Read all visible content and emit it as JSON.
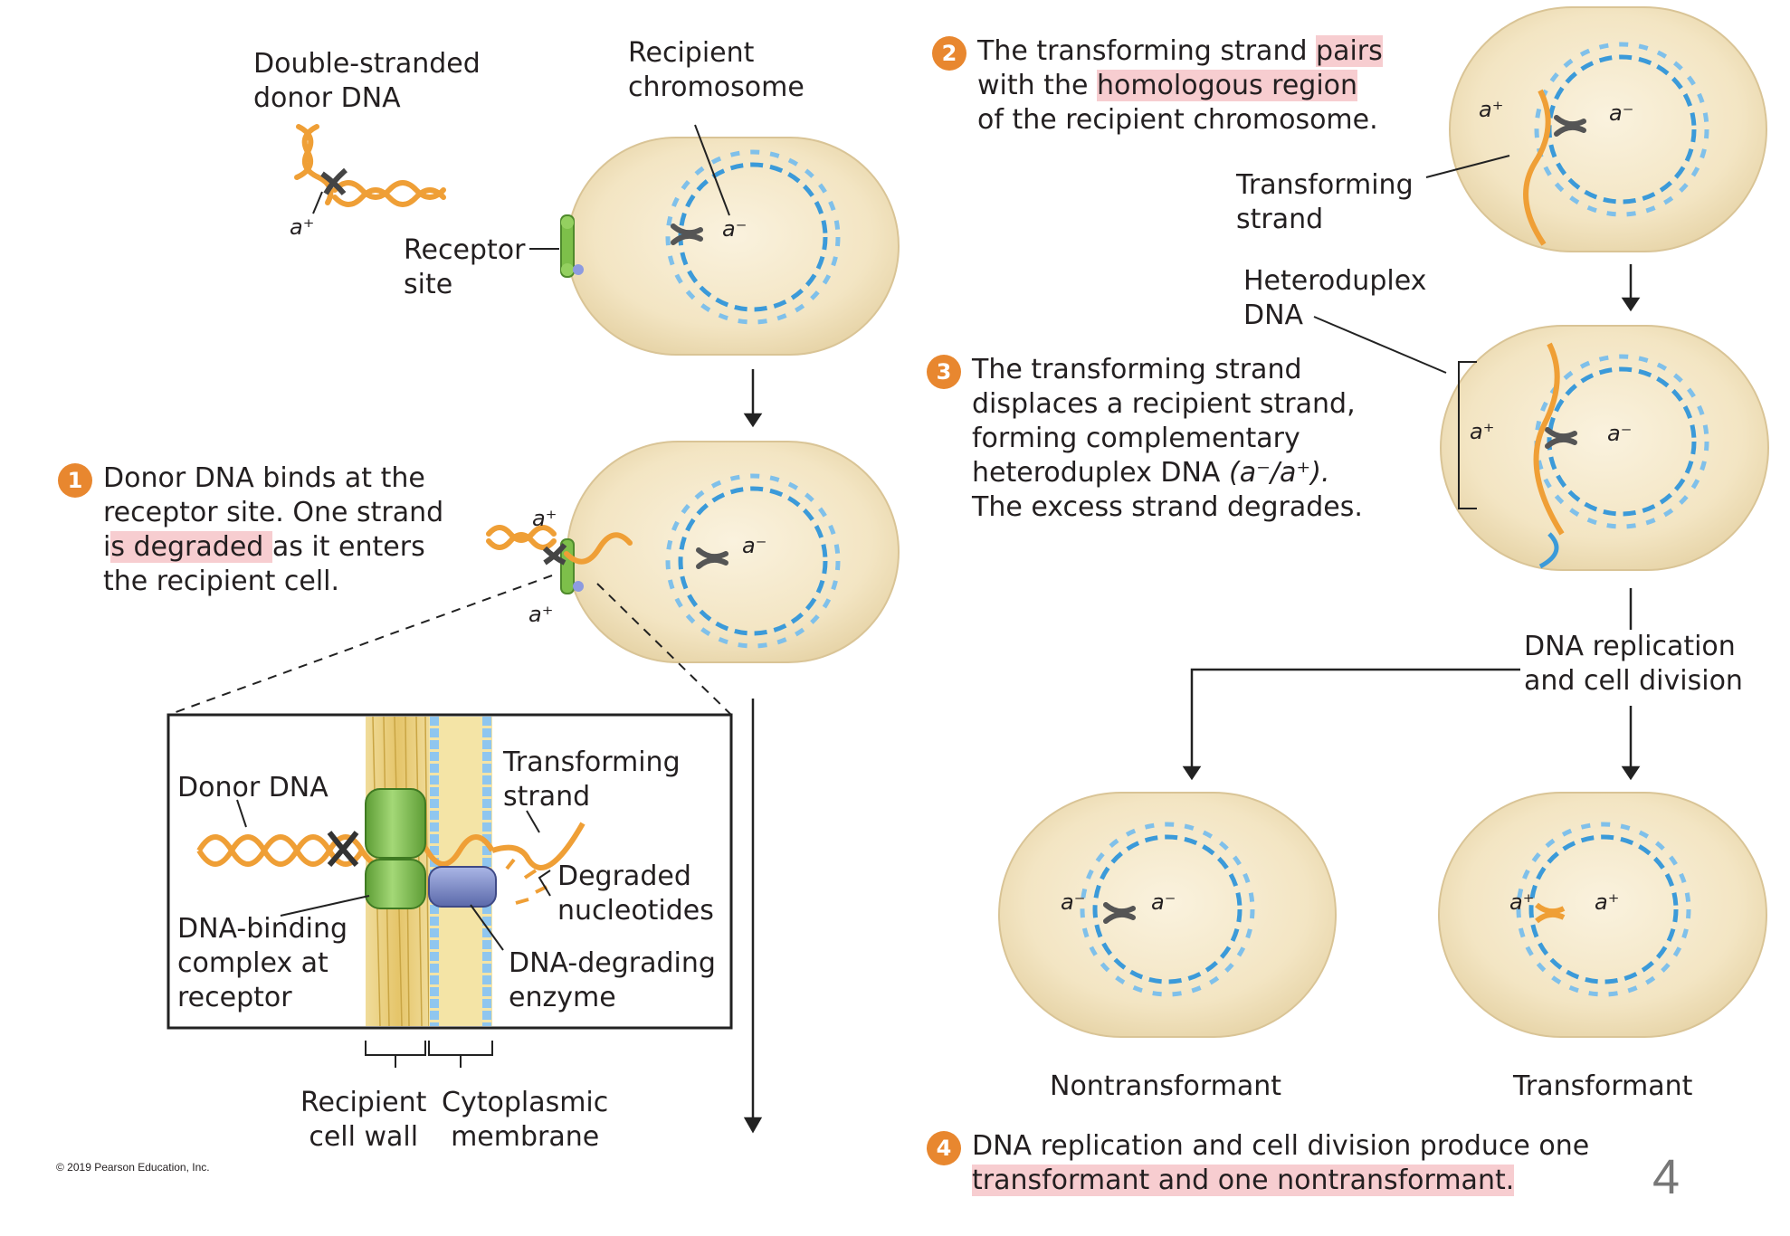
{
  "labels": {
    "double_stranded": [
      "Double-stranded",
      "donor DNA"
    ],
    "recipient_chromosome": [
      "Recipient",
      "chromosome"
    ],
    "receptor_site": [
      "Receptor",
      "site"
    ],
    "transforming_strand_top": [
      "Transforming",
      "strand"
    ],
    "heteroduplex": [
      "Heteroduplex",
      "DNA"
    ],
    "dna_replication": [
      "DNA replication",
      "and cell division"
    ],
    "nontransformant": "Nontransformant",
    "transformant": "Transformant",
    "donor_dna": "Donor DNA",
    "transforming_strand_inset": [
      "Transforming",
      "strand"
    ],
    "degraded_nucleotides": [
      "Degraded",
      "nucleotides"
    ],
    "dna_binding": [
      "DNA-binding",
      "complex at",
      "receptor"
    ],
    "dna_degrading": [
      "DNA-degrading",
      "enzyme"
    ],
    "recipient_cell_wall": [
      "Recipient",
      "cell wall"
    ],
    "cytoplasmic_membrane": [
      "Cytoplasmic",
      "membrane"
    ]
  },
  "alleles": {
    "plus": "a⁺",
    "minus": "a⁻",
    "hetero": "(a⁻/a⁺)."
  },
  "steps": {
    "s1": {
      "num": "1",
      "l1": "Donor DNA binds at the",
      "l2": "receptor site. One strand",
      "l3a": "i",
      "l3b": "s degraded ",
      "l3c": "as it enters",
      "l4": "the recipient cell."
    },
    "s2": {
      "num": "2",
      "l1a": "The transforming strand ",
      "l1b": "pairs",
      "l2a": "with the ",
      "l2b": "homologous region",
      "l3": "of the recipient chromosome."
    },
    "s3": {
      "num": "3",
      "l1": "The transforming strand",
      "l2": "displaces a recipient strand,",
      "l3": "forming complementary",
      "l4a": "heteroduplex DNA ",
      "l5": "The excess strand degrades."
    },
    "s4": {
      "num": "4",
      "l1": "DNA replication and cell division produce one",
      "l2": "transformant and one nontransformant."
    }
  },
  "copyright": "© 2019 Pearson Education, Inc.",
  "page_number": "4",
  "colors": {
    "cell": "#f3e6c8",
    "chromosome": "#3b9ad9",
    "donor": "#ef9f36",
    "receptor": "#7dbf4a",
    "enzyme": "#7a88c6",
    "highlight": "#f7cdd0",
    "step_badge": "#e8872f"
  }
}
